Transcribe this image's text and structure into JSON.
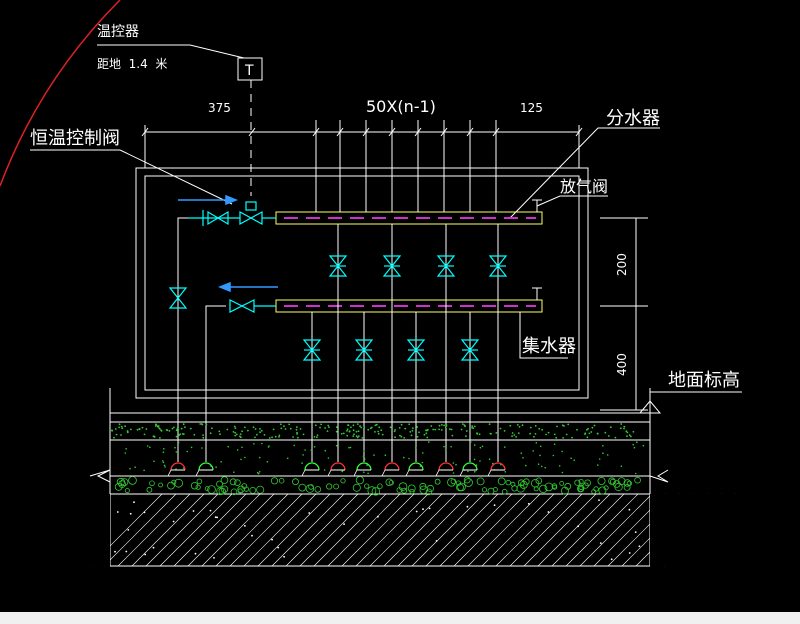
{
  "labels": {
    "thermostat": "温控器",
    "thermostat_height": "距地  1.4  米",
    "thermostat_symbol": "T",
    "constant_temp_valve": "恒温控制阀",
    "distributor": "分水器",
    "air_valve": "放气阀",
    "collector": "集水器",
    "floor_level": "地面标高"
  },
  "dimensions": {
    "left_offset": "375",
    "spacing": "50X(n-1)",
    "right_offset": "125",
    "upper_height": "200",
    "lower_height": "400"
  },
  "colors": {
    "background": "#000000",
    "line": "#ffffff",
    "pipe_accent": "#ffff66",
    "pipe_dash": "#cc33cc",
    "valve": "#00ffff",
    "flow_arrow": "#3399ff",
    "loop_supply": "#ff3333",
    "loop_return": "#33ff33",
    "screed_speckle": "#33cc33",
    "red_arc": "#dd2222"
  },
  "loops": [
    {
      "kind": "supply"
    },
    {
      "kind": "return"
    },
    {
      "kind": "return"
    },
    {
      "kind": "supply"
    },
    {
      "kind": "return"
    },
    {
      "kind": "supply"
    },
    {
      "kind": "return"
    },
    {
      "kind": "supply"
    },
    {
      "kind": "return"
    },
    {
      "kind": "supply"
    }
  ]
}
